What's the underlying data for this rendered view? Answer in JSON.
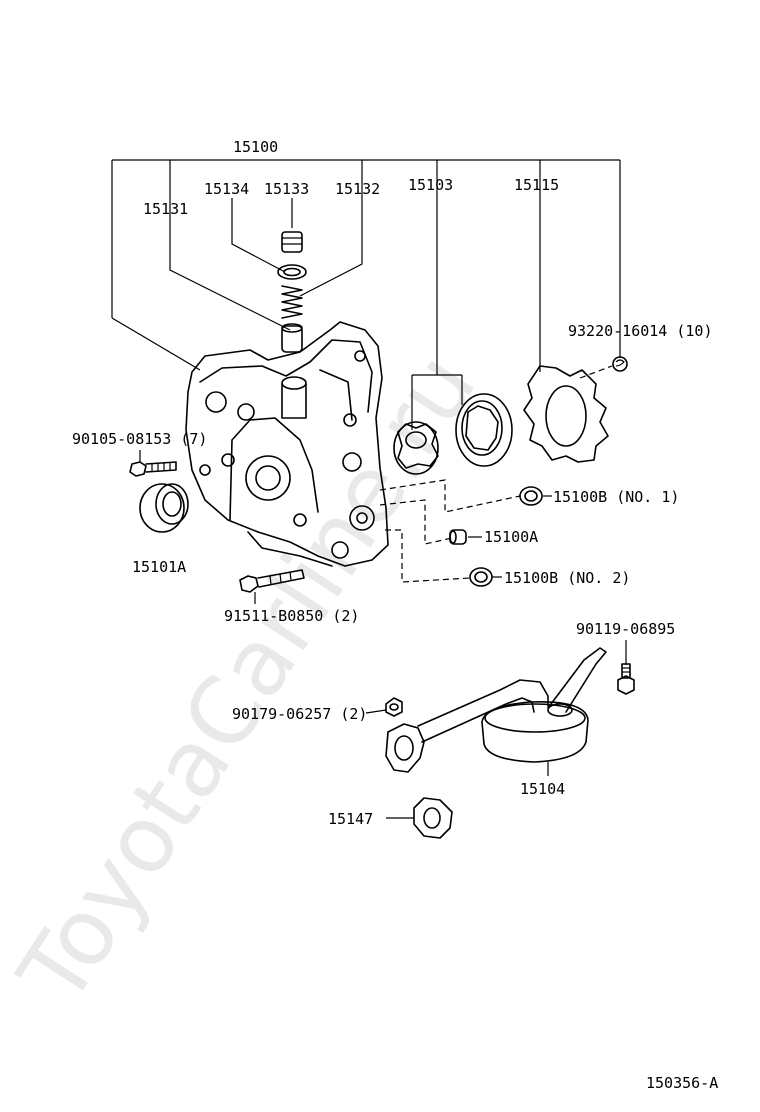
{
  "diagram_id": "150356-A",
  "watermark": "ToyotaCarline.ru",
  "callouts": {
    "assy": "15100",
    "c15134": "15134",
    "c15133": "15133",
    "c15132": "15132",
    "c15131": "15131",
    "c15103": "15103",
    "c15115": "15115",
    "screw_93220": "93220-16014 (10)",
    "bolt_90105": "90105-08153 (7)",
    "seal_15101A": "15101A",
    "oring_15100B_1": "15100B (NO. 1)",
    "pin_15100A": "15100A",
    "oring_15100B_2": "15100B (NO. 2)",
    "bolt_91511": "91511-B0850 (2)",
    "bolt_90119": "90119-06895",
    "nut_90179": "90179-06257 (2)",
    "strainer_15104": "15104",
    "gasket_15147": "15147"
  }
}
